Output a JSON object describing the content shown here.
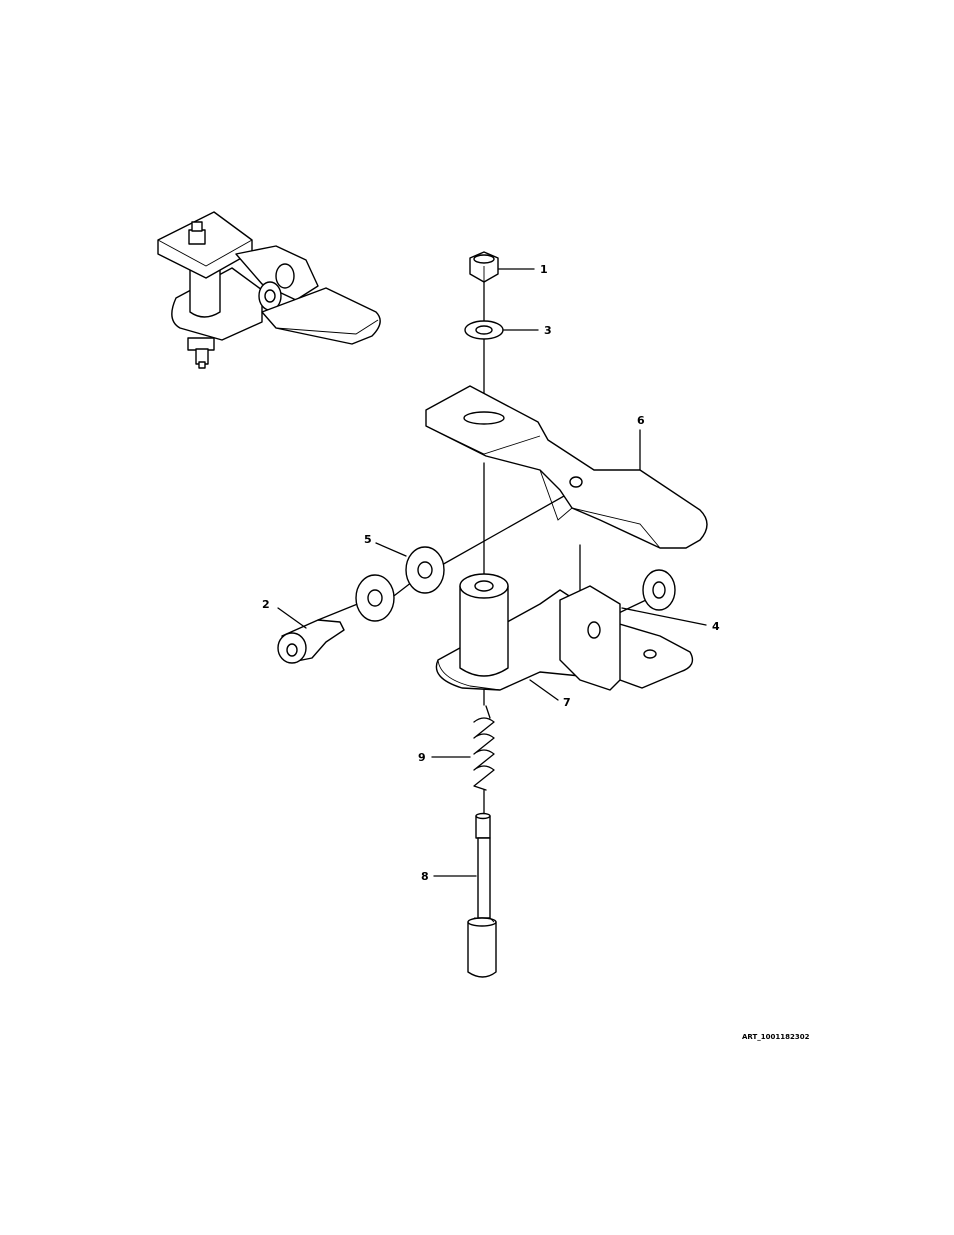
{
  "callouts": {
    "c1": "1",
    "c2": "2",
    "c3": "3",
    "c4": "4",
    "c5": "5",
    "c6": "6",
    "c7": "7",
    "c8": "8",
    "c9": "9"
  },
  "art_id": "ART_1001182302"
}
